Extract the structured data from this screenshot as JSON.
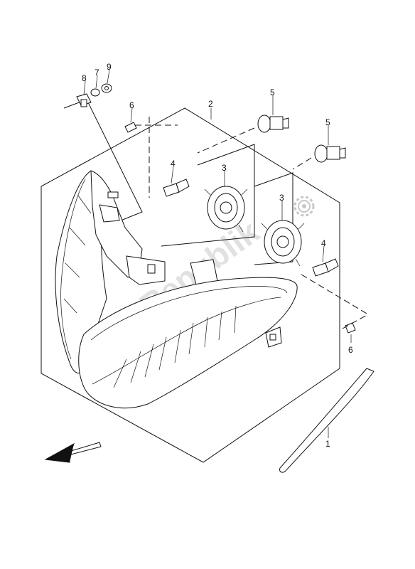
{
  "diagram": {
    "callouts": {
      "p1": "1",
      "p2": "2",
      "p3a": "3",
      "p3b": "3",
      "p4a": "4",
      "p4b": "4",
      "p5a": "5",
      "p5b": "5",
      "p6a": "6",
      "p6b": "6",
      "p7": "7",
      "p8": "8",
      "p9": "9"
    },
    "watermark": "PartsRepublik",
    "icons": {
      "gear": "gear-icon",
      "direction_arrow": "arrow-front-icon"
    },
    "colors": {
      "line": "#111111",
      "background": "#ffffff",
      "watermark": "#c9c9c9"
    }
  }
}
